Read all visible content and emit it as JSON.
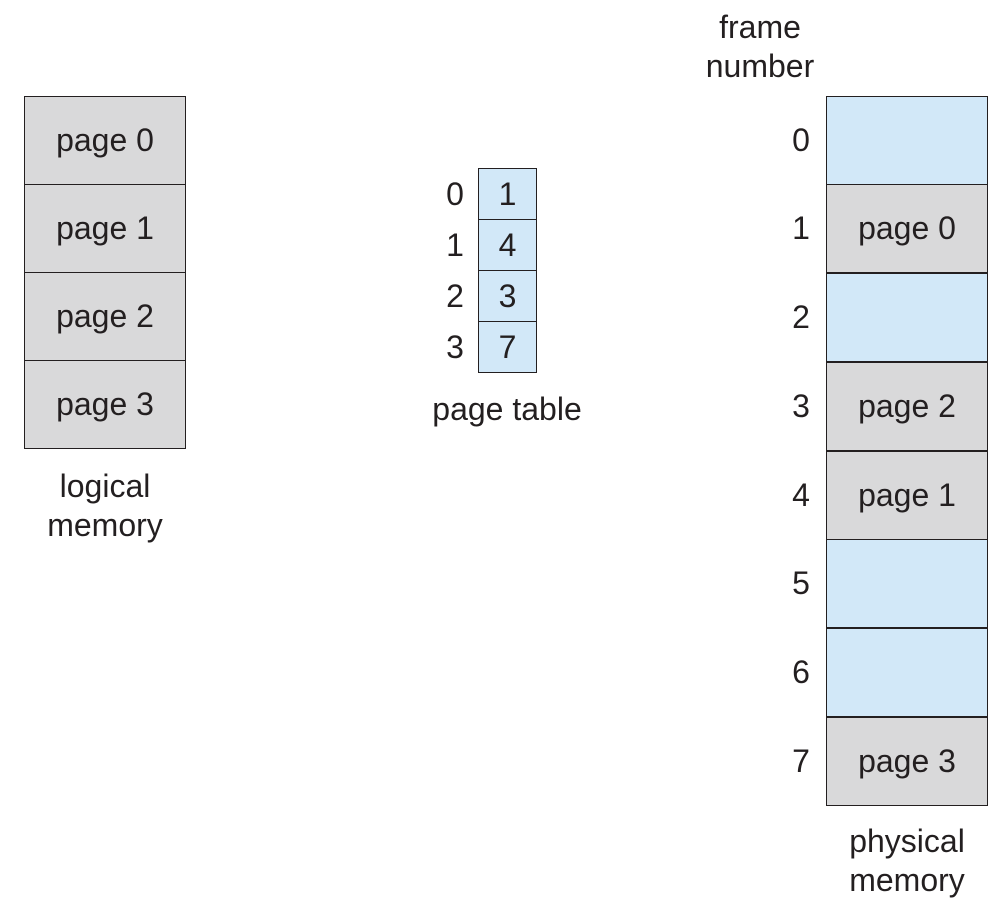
{
  "logical_memory": {
    "caption_line1": "logical",
    "caption_line2": "memory",
    "pages": [
      "page 0",
      "page 1",
      "page 2",
      "page 3"
    ]
  },
  "page_table": {
    "caption": "page table",
    "indices": [
      "0",
      "1",
      "2",
      "3"
    ],
    "frames": [
      "1",
      "4",
      "3",
      "7"
    ]
  },
  "physical_memory": {
    "header_line1": "frame",
    "header_line2": "number",
    "caption_line1": "physical",
    "caption_line2": "memory",
    "frame_numbers": [
      "0",
      "1",
      "2",
      "3",
      "4",
      "5",
      "6",
      "7"
    ],
    "frames": [
      "",
      "page 0",
      "",
      "page 2",
      "page 1",
      "",
      "",
      "page 3"
    ]
  },
  "colors": {
    "occupied_fill": "#d9d9da",
    "free_fill": "#d2e8f8",
    "stroke": "#231f20"
  }
}
